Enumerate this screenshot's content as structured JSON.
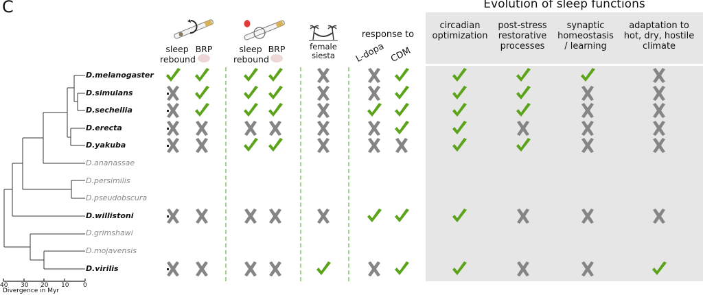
{
  "panel_label": "C",
  "functions_title": "Evolution of sleep functions",
  "headers": {
    "sleep_rebound_1": [
      "sleep",
      "rebound"
    ],
    "brp_1": "BRP",
    "sleep_rebound_2": [
      "sleep",
      "rebound"
    ],
    "brp_2": "BRP",
    "female_siesta": [
      "female",
      "siesta"
    ],
    "response_to": "response to",
    "ldopa": "L-dopa",
    "cdm": "CDM",
    "circadian": [
      "circadian",
      "optimization"
    ],
    "post_stress": [
      "post-stress",
      "restorative",
      "processes"
    ],
    "synaptic": [
      "synaptic",
      "homeostasis",
      "/ learning"
    ],
    "adaptation": [
      "adaptation to",
      "hot, dry, hostile",
      "climate"
    ]
  },
  "colors": {
    "check": "#5ba319",
    "cross": "#858585",
    "panel_bg": "#e6e6e6",
    "dash": "#9bd38f"
  },
  "columns": [
    "sleep_rebound_1",
    "brp_1",
    "sleep_rebound_2",
    "brp_2",
    "female_siesta",
    "ldopa",
    "cdm",
    "circadian",
    "post_stress",
    "synaptic",
    "adaptation"
  ],
  "species": [
    {
      "name": "D.melanogaster",
      "bold": true,
      "marks": [
        "check",
        "check",
        "check",
        "check",
        "cross",
        "cross",
        "check",
        "check",
        "check",
        "check",
        "cross"
      ]
    },
    {
      "name": "D.simulans",
      "bold": true,
      "marks": [
        "cross",
        "check",
        "check",
        "check",
        "cross",
        "cross",
        "check",
        "check",
        "check",
        "cross",
        "cross"
      ]
    },
    {
      "name": "D.sechellia",
      "bold": true,
      "marks": [
        "cross",
        "check",
        "check",
        "check",
        "cross",
        "check",
        "check",
        "check",
        "check",
        "cross",
        "cross"
      ]
    },
    {
      "name": "D.erecta",
      "bold": true,
      "marks": [
        "cross",
        "cross",
        "cross",
        "cross",
        "cross",
        "cross",
        "check",
        "check",
        "cross",
        "cross",
        "cross"
      ]
    },
    {
      "name": "D.yakuba",
      "bold": true,
      "marks": [
        "cross",
        "cross",
        "check",
        "check",
        "cross",
        "cross",
        "cross",
        "check",
        "check",
        "cross",
        "cross"
      ]
    },
    {
      "name": "D.ananassae",
      "bold": false,
      "marks": []
    },
    {
      "name": "D.persimilis",
      "bold": false,
      "marks": []
    },
    {
      "name": "D.pseudobscura",
      "bold": false,
      "marks": []
    },
    {
      "name": "D.willistoni",
      "bold": true,
      "marks": [
        "cross",
        "cross",
        "cross",
        "cross",
        "cross",
        "check",
        "check",
        "check",
        "cross",
        "cross",
        "cross"
      ]
    },
    {
      "name": "D.grimshawi",
      "bold": false,
      "marks": []
    },
    {
      "name": "D.mojavensis",
      "bold": false,
      "marks": []
    },
    {
      "name": "D.virilis",
      "bold": true,
      "marks": [
        "cross",
        "cross",
        "cross",
        "cross",
        "check",
        "cross",
        "check",
        "check",
        "cross",
        "cross",
        "check"
      ]
    }
  ],
  "scale": {
    "ticks": [
      "40",
      "30",
      "20",
      "10",
      "0"
    ],
    "title": "Divergence in Myr"
  },
  "icons": {
    "probe_1": "fly-probe-rotate-icon",
    "probe_2": "fly-probe-heat-icon",
    "siesta": "hammock-palm-icon",
    "brain": "brain-icon"
  }
}
